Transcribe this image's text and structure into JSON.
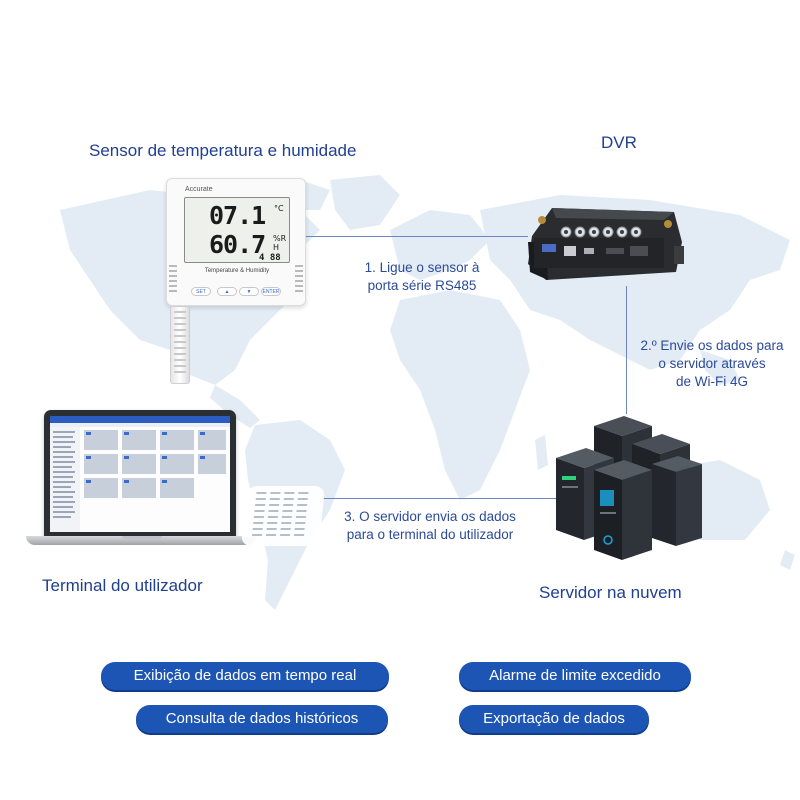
{
  "labels": {
    "sensor": "Sensor de temperatura e humidade",
    "dvr": "DVR",
    "terminal": "Terminal do utilizador",
    "server": "Servidor na nuvem"
  },
  "steps": {
    "step1_line1": "1. Ligue o sensor à",
    "step1_line2": "porta série RS485",
    "step2_line1": "2.º Envie os dados para",
    "step2_line2": "o servidor através",
    "step2_line3": "de Wi-Fi 4G",
    "step3_line1": "3. O servidor envia os dados",
    "step3_line2": "para o terminal do utilizador"
  },
  "sensor_device": {
    "brand": "Accurate",
    "temperature": "07.1",
    "temperature_unit": "°C",
    "humidity": "60.7",
    "humidity_unit": "%RH",
    "small_reading": "4 88",
    "caption": "Temperature & Humidity",
    "buttons": [
      "SET",
      "▲",
      "▼",
      "ENTER"
    ]
  },
  "features": [
    "Exibição de dados em tempo real",
    "Alarme de limite excedido",
    "Consulta de dados históricos",
    "Exportação de dados"
  ],
  "colors": {
    "label_blue": "#1f3f8f",
    "pill_blue": "#1c55b4",
    "map_blue": "#dfe9f3",
    "line_blue": "#6f86c6"
  }
}
